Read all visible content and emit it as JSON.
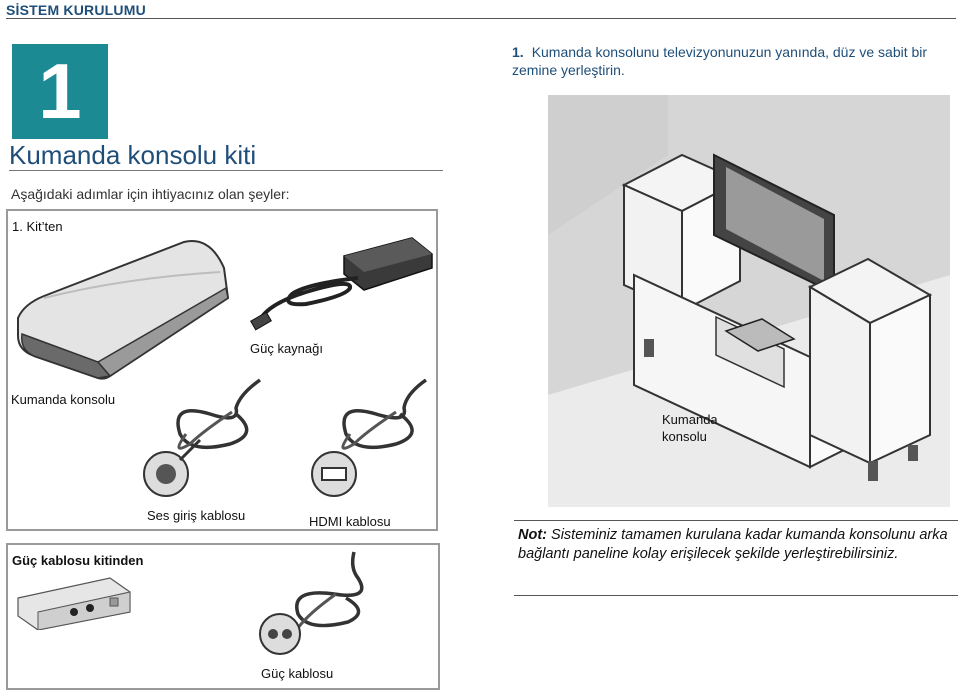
{
  "header": {
    "title": "SİSTEM KURULUMU"
  },
  "step_badge": "1",
  "kit": {
    "title": "Kumanda konsolu kiti",
    "subtitle": "Aşağıdaki adımlar için ihtiyacınız olan şeyler:",
    "section_label": "1. Kit’ten",
    "items": {
      "console": "Kumanda konsolu",
      "power_supply": "Güç kaynağı",
      "audio_cable": "Ses giriş kablosu",
      "hdmi_cable": "HDMI kablosu"
    }
  },
  "power_kit": {
    "section_label": "Güç kablosu kitinden",
    "item": "Güç kablosu"
  },
  "instructions": {
    "step_number": "1.",
    "step_text": "Kumanda konsolunu televizyonunuzun yanında, düz ve sabit bir zemine yerleştirin."
  },
  "illustration": {
    "callout_line1": "Kumanda",
    "callout_line2": "konsolu"
  },
  "note": {
    "label": "Not:",
    "text": "Sisteminiz tamamen kurulana kadar kumanda konsolunu arka bağlantı paneline kolay erişilecek şekilde yerleştirebilirsiniz."
  }
}
